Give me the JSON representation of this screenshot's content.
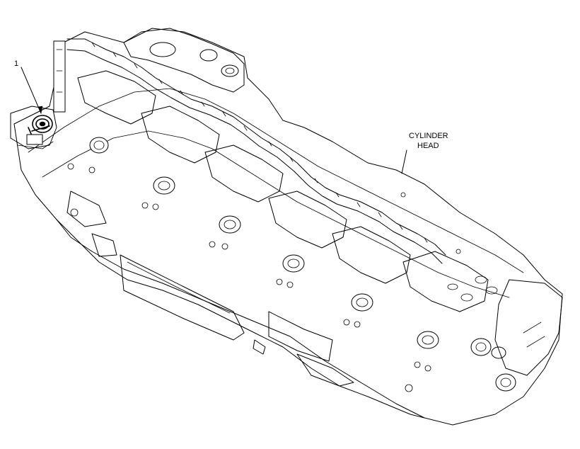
{
  "diagram": {
    "labels": {
      "callout_number": "1",
      "component_line1": "CYLINDER",
      "component_line2": "HEAD"
    }
  }
}
